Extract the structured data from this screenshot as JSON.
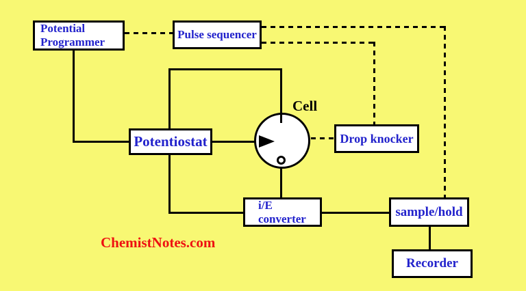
{
  "diagram": {
    "description": "Block diagram of pulse polarography instrumentation",
    "watermark": "ChemistNotes.com",
    "nodes": {
      "potential_programmer": {
        "line1": "Potential",
        "line2": "Programmer"
      },
      "pulse_sequencer": {
        "label": "Pulse sequencer"
      },
      "potentiostat": {
        "label": "Potentiostat"
      },
      "cell": {
        "label": "Cell"
      },
      "drop_knocker": {
        "label": "Drop knocker"
      },
      "ie_converter": {
        "line1": "i/E",
        "line2": "converter"
      },
      "sample_hold": {
        "label": "sample/hold"
      },
      "recorder": {
        "label": "Recorder"
      }
    },
    "connections": {
      "solid": [
        "potential_programmer -> potentiostat",
        "potentiostat -> cell (arrow)",
        "potentiostat loop -> cell top electrode",
        "potentiostat -> i/E converter",
        "cell bottom electrode -> i/E converter",
        "i/E converter -> sample/hold",
        "sample/hold -> recorder"
      ],
      "dashed": [
        "potential_programmer -> pulse_sequencer",
        "pulse_sequencer -> sample/hold",
        "pulse_sequencer -> drop_knocker",
        "cell -> drop_knocker"
      ]
    },
    "colors": {
      "background": "#F8F873",
      "box_fill": "#FFFFFF",
      "box_border": "#000000",
      "label_text": "#2222CC",
      "cell_text": "#000000",
      "watermark_text": "#EE1111"
    }
  }
}
